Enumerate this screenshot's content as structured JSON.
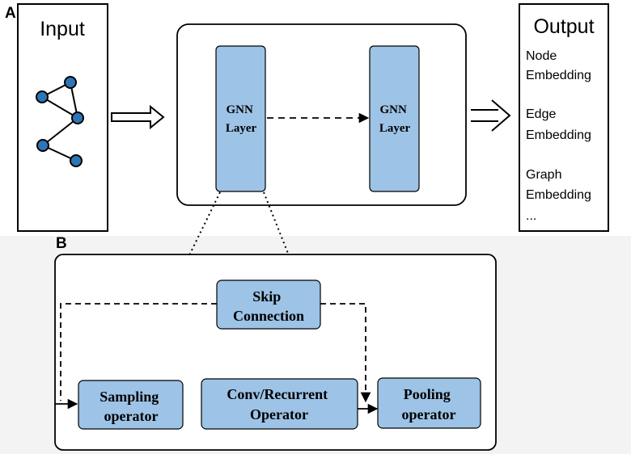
{
  "panel_a": {
    "label": "A",
    "input_title": "Input",
    "gnn_layer_1": [
      "GNN",
      "Layer"
    ],
    "gnn_layer_2": [
      "GNN",
      "Layer"
    ],
    "output_title": "Output",
    "output_items": [
      "Node",
      "Embedding",
      "Edge",
      "Embedding",
      "Graph",
      "Embedding",
      "..."
    ]
  },
  "panel_b": {
    "label": "B",
    "skip_connection": [
      "Skip",
      "Connection"
    ],
    "sampling_operator": [
      "Sampling",
      "operator"
    ],
    "conv_recurrent_operator": [
      "Conv/Recurrent",
      "Operator"
    ],
    "pooling_operator": [
      "Pooling",
      "operator"
    ]
  },
  "colors": {
    "box_fill": "#9dc3e6",
    "node_fill": "#2e75b6",
    "stroke": "#000000",
    "panel_b_bg": "#f3f3f3"
  },
  "icons": {
    "input_graph": "graph-icon",
    "arrow_in": "hollow-right-arrow-icon",
    "arrow_out": "double-right-arrow-icon"
  }
}
